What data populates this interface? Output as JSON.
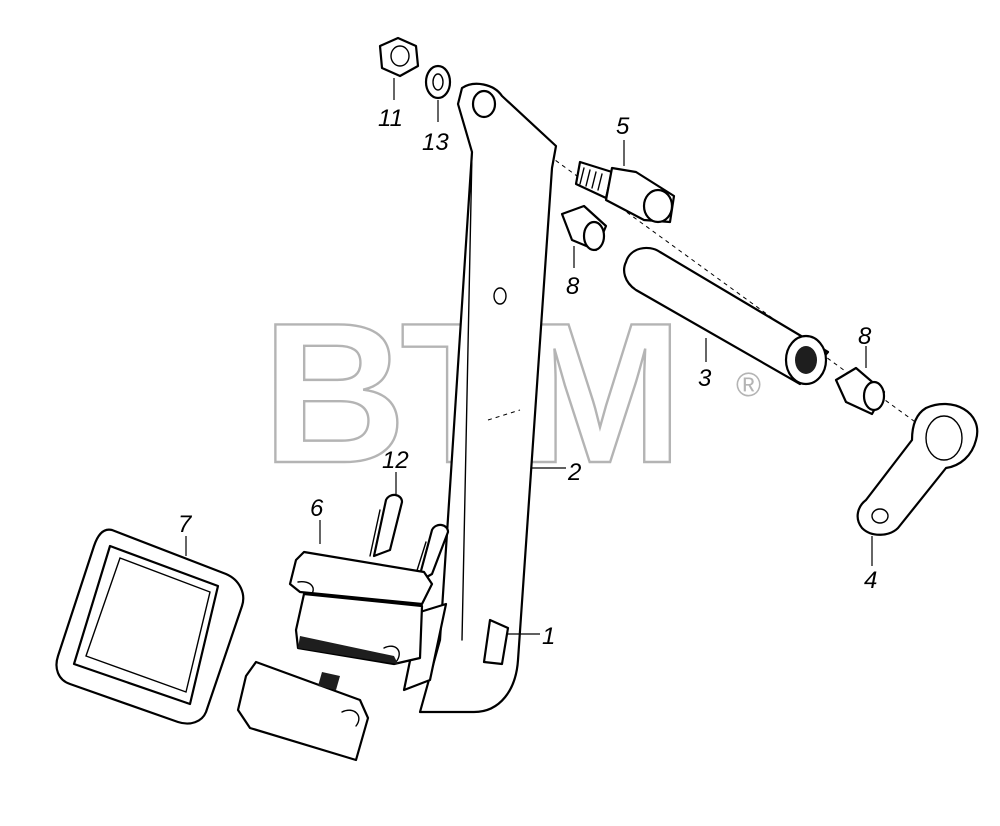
{
  "watermark": {
    "text": "BTM",
    "registered_mark": "®",
    "color": "#b4b4b4"
  },
  "callouts": {
    "pedal_arm_bracket": "1",
    "pedal_lever": "2",
    "sleeve": "3",
    "lever_plate": "4",
    "bolt": "5",
    "pad_plate": "6",
    "pedal_pad": "7",
    "bushing_left": "8",
    "bushing_right": "8",
    "nut": "11",
    "rivet": "12",
    "washer": "13"
  },
  "colors": {
    "line": "#000000",
    "background": "#ffffff"
  }
}
